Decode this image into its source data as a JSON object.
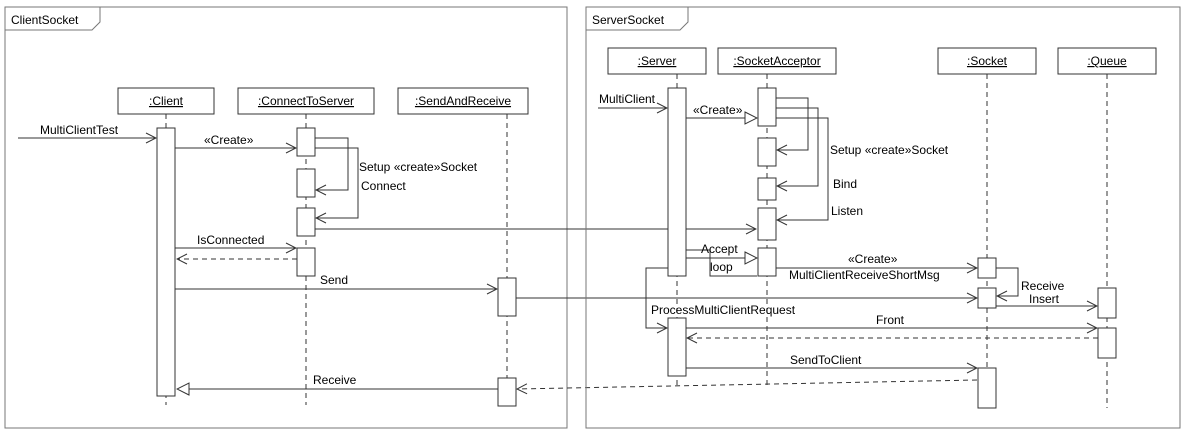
{
  "frames": {
    "client": "ClientSocket",
    "server": "ServerSocket"
  },
  "lifelines": {
    "client": ":Client",
    "connect": ":ConnectToServer",
    "sendrecv": ":SendAndReceive",
    "server": ":Server",
    "acceptor": ":SocketAcceptor",
    "socket": ":Socket",
    "queue": ":Queue"
  },
  "messages": {
    "multi_client_test": "MultiClientTest",
    "create_connect": "«Create»",
    "setup_create_socket_client": "Setup «create»Socket",
    "connect": "Connect",
    "is_connected": "IsConnected",
    "send": "Send",
    "receive_client": "Receive",
    "multi_client": "MultiClient",
    "create_acceptor": "«Create»",
    "setup_create_socket_server": "Setup «create»Socket",
    "bind": "Bind",
    "listen": "Listen",
    "accept": "Accept",
    "loop": "loop",
    "create_socket": "«Create»",
    "multi_client_receive": "MultiClientReceiveShortMsg",
    "receive_socket": "Receive",
    "insert": "Insert",
    "process_request": "ProcessMultiClientRequest",
    "front": "Front",
    "send_to_client": "SendToClient"
  }
}
